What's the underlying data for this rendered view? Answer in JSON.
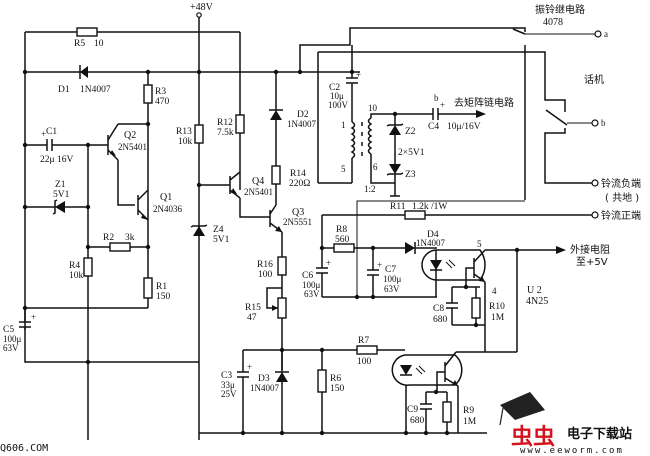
{
  "supply": {
    "label": "+48V"
  },
  "components": {
    "R1": {
      "name": "R1",
      "value": "150"
    },
    "R2": {
      "name": "R2",
      "value": "3k"
    },
    "R3": {
      "name": "R3",
      "value": "470"
    },
    "R4": {
      "name": "R4",
      "value": "10k"
    },
    "R5": {
      "name": "R5",
      "value": "10"
    },
    "R6": {
      "name": "R6",
      "value": "150"
    },
    "R7": {
      "name": "R7",
      "value": "100"
    },
    "R8": {
      "name": "R8",
      "value": "560"
    },
    "R9": {
      "name": "R9",
      "value": "1M"
    },
    "R10": {
      "name": "R10",
      "value": "1M"
    },
    "R11": {
      "name": "R11",
      "value": "1.2k /1W"
    },
    "R12": {
      "name": "R12",
      "value": "7.5k"
    },
    "R13": {
      "name": "R13",
      "value": "10k"
    },
    "R14": {
      "name": "R14",
      "value": "220Ω"
    },
    "R15": {
      "name": "R15",
      "value": "47"
    },
    "R16": {
      "name": "R16",
      "value": "100"
    },
    "C1": {
      "name": "C1",
      "value": "22μ 16V"
    },
    "C2": {
      "name": "C2",
      "value1": "10μ",
      "value2": "100V"
    },
    "C3": {
      "name": "C3",
      "value1": "33μ",
      "value2": "25V"
    },
    "C4": {
      "name": "C4",
      "value": "10μ/16V"
    },
    "C5": {
      "name": "C5",
      "value1": "100μ",
      "value2": "63V"
    },
    "C6": {
      "name": "C6",
      "value1": "100μ",
      "value2": "63V"
    },
    "C7": {
      "name": "C7",
      "value1": "100μ",
      "value2": "63V"
    },
    "C8": {
      "name": "C8",
      "value": "680"
    },
    "C9": {
      "name": "C9",
      "value": "680"
    },
    "D1": {
      "name": "D1",
      "value": "1N4007"
    },
    "D2": {
      "name": "D2",
      "value": "1N4007"
    },
    "D3": {
      "name": "D3",
      "value": "1N4007"
    },
    "D4": {
      "name": "D4",
      "value": "1N4007"
    },
    "Z1": {
      "name": "Z1",
      "value": "5V1"
    },
    "Z2": {
      "name": "Z2"
    },
    "Z3": {
      "name": "Z3"
    },
    "Z23": {
      "value": "2×5V1"
    },
    "Z4": {
      "name": "Z4",
      "value": "5V1"
    },
    "Q1": {
      "name": "Q1",
      "value": "2N4036"
    },
    "Q2": {
      "name": "Q2",
      "value": "2N5401"
    },
    "Q3": {
      "name": "Q3",
      "value": "2N5551"
    },
    "Q4": {
      "name": "Q4",
      "value": "2N5401"
    },
    "U2": {
      "name": "U 2",
      "value": "4N25"
    },
    "transformer": {
      "pin1": "1",
      "pin5": "5",
      "pin10": "10",
      "pin6": "6",
      "ratio": "1:2"
    },
    "optocoupler_pins": {
      "pin5": "5",
      "pin4": "4"
    }
  },
  "annotations": {
    "ring_relay": "振铃继电路",
    "ring_relay_part": "4078",
    "to_matrix": "去矩阵链电路",
    "to_matrix_node": "b",
    "phone": "话机",
    "terminal_a": "a",
    "terminal_b": "b",
    "ring_neg": "铃流负端",
    "ring_neg_sub": "( 共地 )",
    "ring_pos": "铃流正端",
    "ext_resistor": "外接电阻",
    "ext_resistor_sub": "至+5V"
  },
  "watermarks": {
    "left": "Q606.COM",
    "logo_glyph": "虫虫",
    "logo_cn": "电子下载站",
    "logo_url": "www.eeworm.com"
  },
  "colors": {
    "ink": "#111111",
    "logo_red": "#d4141c",
    "background": "#ffffff"
  }
}
